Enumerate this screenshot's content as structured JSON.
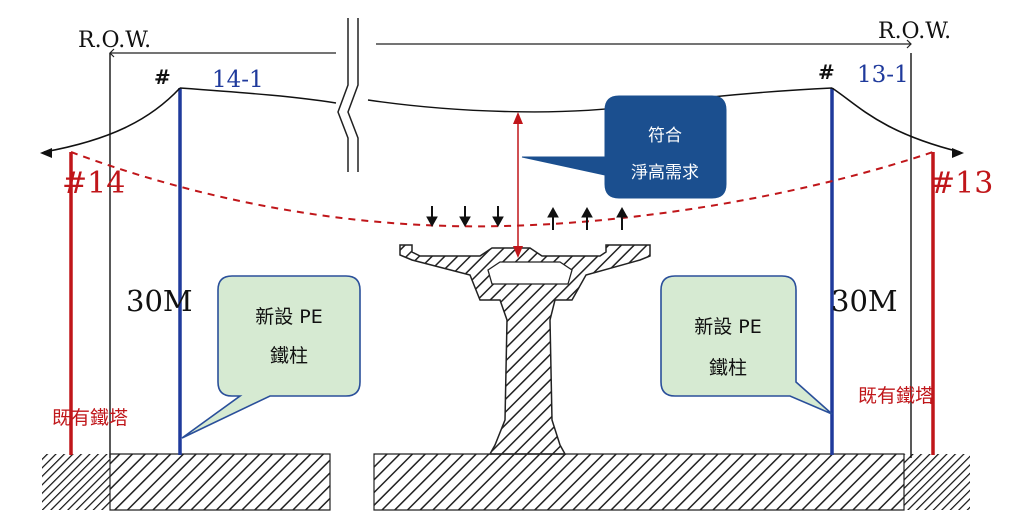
{
  "labels": {
    "row_left": "R.O.W.",
    "row_right": "R.O.W.",
    "hash_left": "#",
    "hash_right": "#",
    "pole_left_id": "14-1",
    "pole_right_id": "13-1",
    "tower_left_id": "#14",
    "tower_right_id": "#13",
    "height_left": "30M",
    "height_right": "30M",
    "existing_left": "既有鐵塔",
    "existing_right": "既有鐵塔"
  },
  "callouts": {
    "clearance": [
      "符合",
      "淨高需求"
    ],
    "pole_left": [
      "新設 PE",
      "鐵柱"
    ],
    "pole_right": [
      "新設 PE",
      "鐵柱"
    ]
  },
  "colors": {
    "new_pole": "#1f3a9c",
    "existing_tower": "#c0161a",
    "dashed_line": "#c0161a",
    "callout_blue": "#1b4f8f",
    "callout_green": "#d6ead2",
    "callout_green_border": "#2a4f9a",
    "pole_id_text": "#1f3a9c"
  }
}
